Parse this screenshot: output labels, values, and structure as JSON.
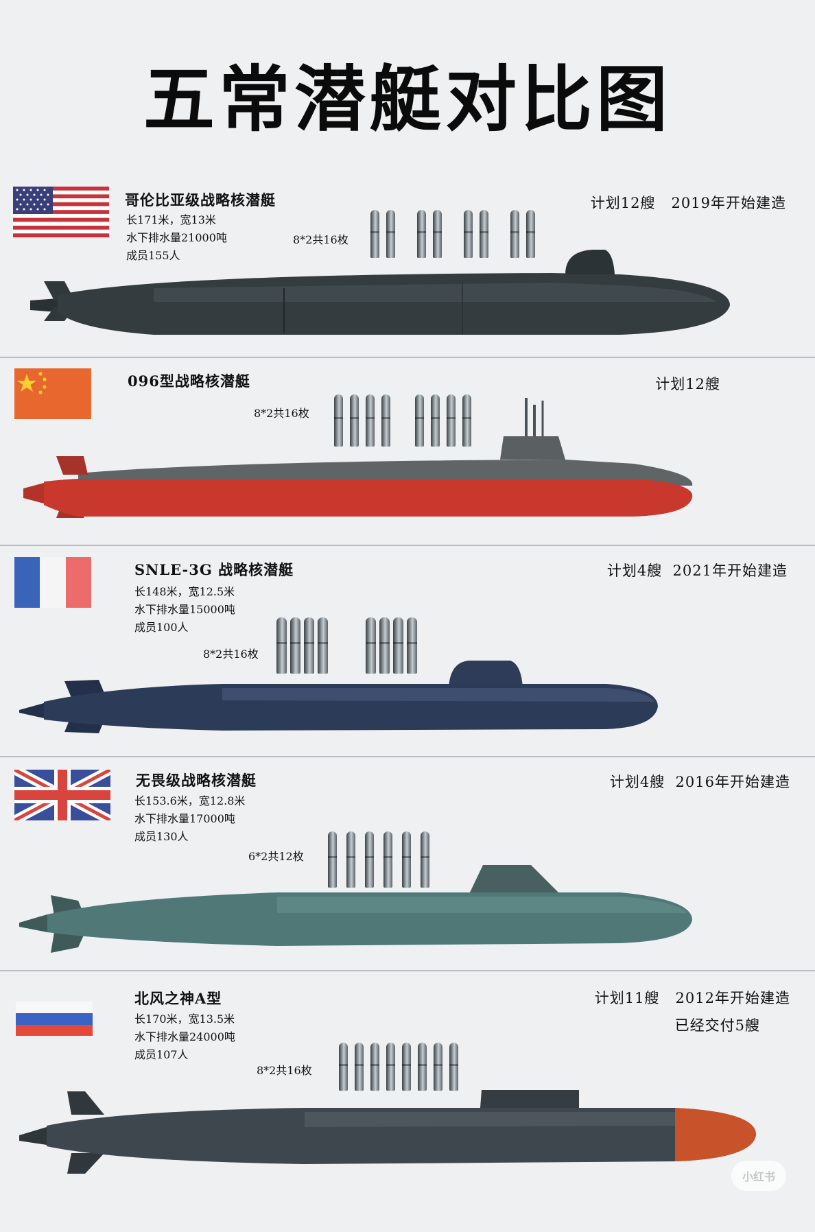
{
  "title": "五常潜艇对比图",
  "submarines": [
    {
      "country": "USA",
      "name": "哥伦比亚级战略核潜艇",
      "specs": [
        "长171米，宽13米",
        "水下排水量21000吨",
        "成员155人"
      ],
      "missiles": "8*2共16枚",
      "plan": [
        "计划12艘   2019年开始建造"
      ],
      "hull_color": "#343c40"
    },
    {
      "country": "China",
      "name": "096型战略核潜艇",
      "specs": [],
      "missiles": "8*2共16枚",
      "plan": [
        "计划12艘"
      ],
      "hull_color": "#c8382c"
    },
    {
      "country": "France",
      "name": "SNLE-3G 战略核潜艇",
      "specs": [
        "长148米，宽12.5米",
        "水下排水量15000吨",
        "成员100人"
      ],
      "missiles": "8*2共16枚",
      "plan": [
        "计划4艘  2021年开始建造"
      ],
      "hull_color": "#2c3b58"
    },
    {
      "country": "UK",
      "name": "无畏级战略核潜艇",
      "specs": [
        "长153.6米，宽12.8米",
        "水下排水量17000吨",
        "成员130人"
      ],
      "missiles": "6*2共12枚",
      "plan": [
        "计划4艘  2016年开始建造"
      ],
      "hull_color": "#4f7877"
    },
    {
      "country": "Russia",
      "name": "北风之神A型",
      "specs": [
        "长170米，宽13.5米",
        "水下排水量24000吨",
        "成员107人"
      ],
      "missiles": "8*2共16枚",
      "plan": [
        "计划11艘   2012年开始建造",
        "已经交付5艘"
      ],
      "hull_color": "#3e474d"
    }
  ],
  "watermark": "小红书"
}
